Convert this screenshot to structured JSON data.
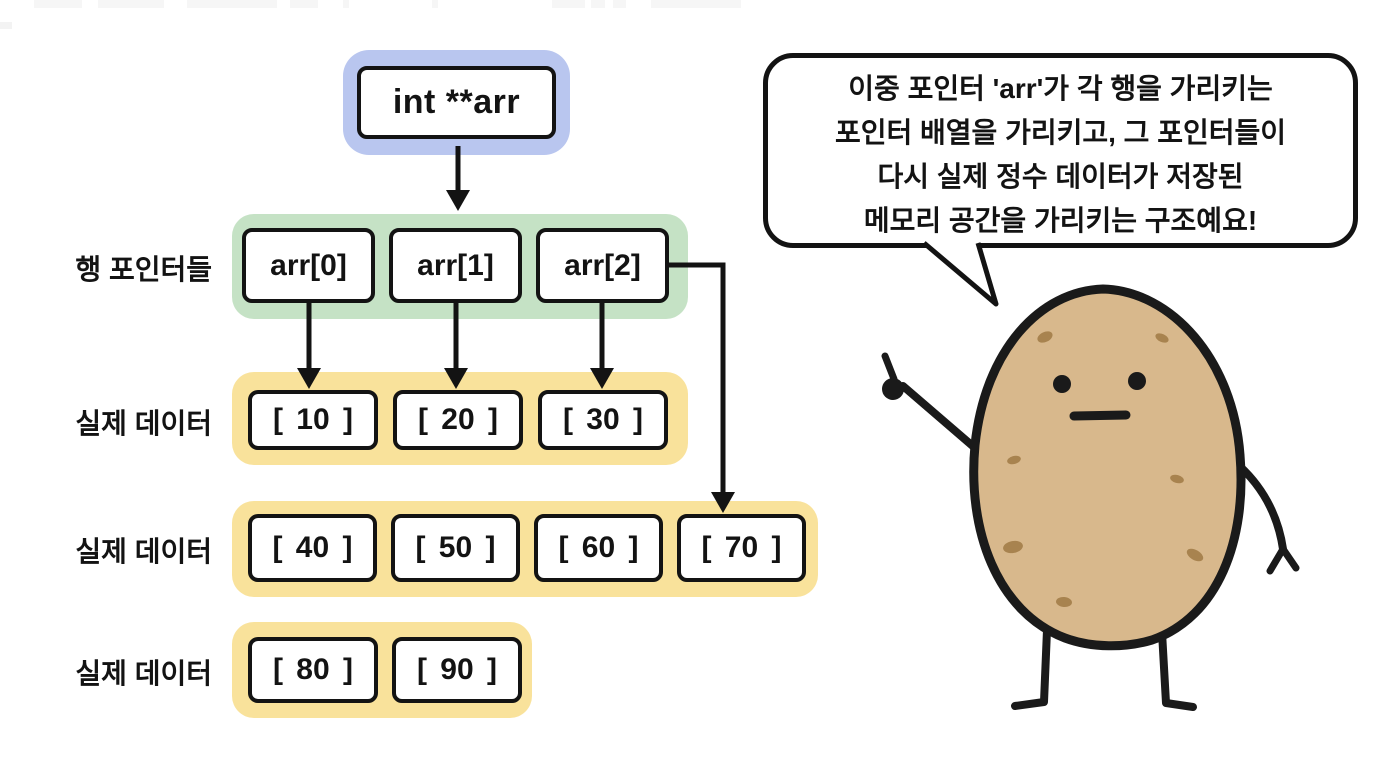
{
  "diagram": {
    "declaration": "int **arr",
    "row_pointers": {
      "label": "행 포인터들",
      "cells": [
        "arr[0]",
        "arr[1]",
        "arr[2]"
      ]
    },
    "data_rows": [
      {
        "label": "실제 데이터",
        "cells": [
          "[ 10 ]",
          "[ 20 ]",
          "[ 30 ]"
        ]
      },
      {
        "label": "실제 데이터",
        "cells": [
          "[ 40 ]",
          "[ 50 ]",
          "[ 60 ]",
          "[ 70 ]"
        ]
      },
      {
        "label": "실제 데이터",
        "cells": [
          "[ 80 ]",
          "[ 90 ]"
        ]
      }
    ],
    "colors": {
      "declaration_group_bg": "#b9c6ef",
      "row_pointers_group_bg": "#c5e2c5",
      "data_group_bg": "#f9e29b",
      "box_border": "#131313"
    }
  },
  "speech_bubble": {
    "lines": [
      "이중 포인터 'arr'가 각 행을 가리키는",
      "포인터 배열을 가리키고, 그 포인터들이",
      "다시 실제 정수 데이터가 저장된",
      "메모리 공간을 가리키는 구조예요!"
    ]
  },
  "character": {
    "type": "potato-mascot",
    "body_color": "#d8b88c",
    "spot_color": "#a8834f",
    "outline_color": "#1a1a1a"
  }
}
